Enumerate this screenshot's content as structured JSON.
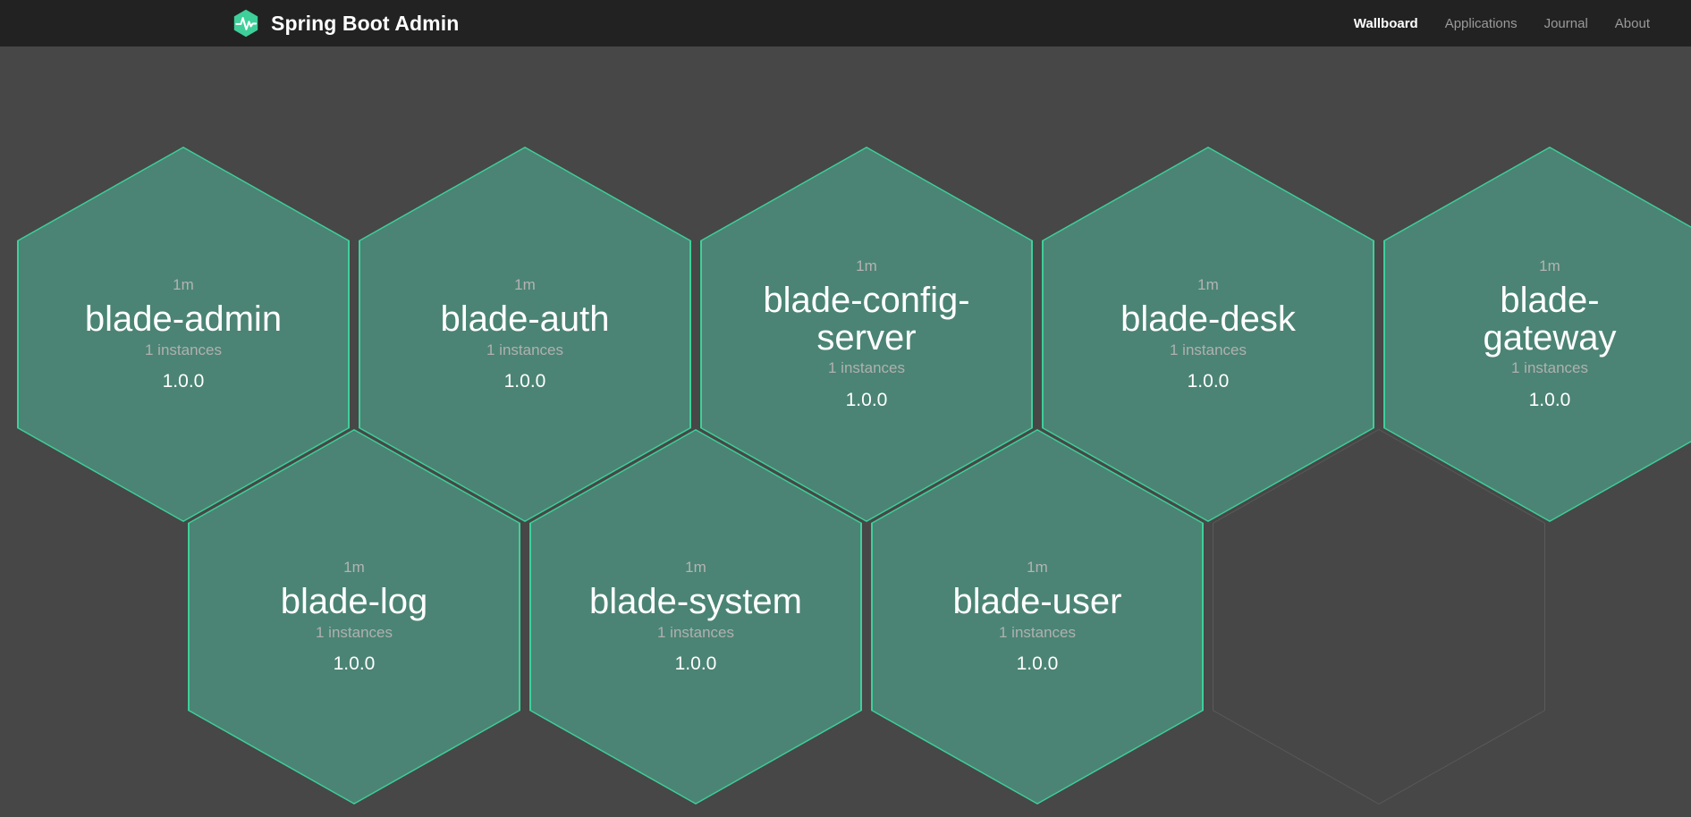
{
  "header": {
    "brand_title": "Spring Boot Admin",
    "logo_icon": "hexagon-pulse-icon",
    "logo_color": "#3ecf9a",
    "background": "#222222",
    "nav": [
      {
        "label": "Wallboard",
        "active": true,
        "name": "nav-link-wallboard"
      },
      {
        "label": "Applications",
        "active": false,
        "name": "nav-link-applications"
      },
      {
        "label": "Journal",
        "active": false,
        "name": "nav-link-journal"
      },
      {
        "label": "About",
        "active": false,
        "name": "nav-link-about"
      }
    ]
  },
  "wallboard": {
    "background": "#474747",
    "hex_fill": "#4b8474",
    "hex_border": "#3ecf9a",
    "empty_border": "#5a5a5a",
    "applications": [
      {
        "uptime": "1m",
        "name": "blade-admin",
        "instances": "1 instances",
        "version": "1.0.0"
      },
      {
        "uptime": "1m",
        "name": "blade-auth",
        "instances": "1 instances",
        "version": "1.0.0"
      },
      {
        "uptime": "1m",
        "name": "blade-config-server",
        "instances": "1 instances",
        "version": "1.0.0"
      },
      {
        "uptime": "1m",
        "name": "blade-desk",
        "instances": "1 instances",
        "version": "1.0.0"
      },
      {
        "uptime": "1m",
        "name": "blade-gateway",
        "instances": "1 instances",
        "version": "1.0.0"
      },
      {
        "uptime": "1m",
        "name": "blade-log",
        "instances": "1 instances",
        "version": "1.0.0"
      },
      {
        "uptime": "1m",
        "name": "blade-system",
        "instances": "1 instances",
        "version": "1.0.0"
      },
      {
        "uptime": "1m",
        "name": "blade-user",
        "instances": "1 instances",
        "version": "1.0.0"
      }
    ],
    "empty_slots": 1
  }
}
